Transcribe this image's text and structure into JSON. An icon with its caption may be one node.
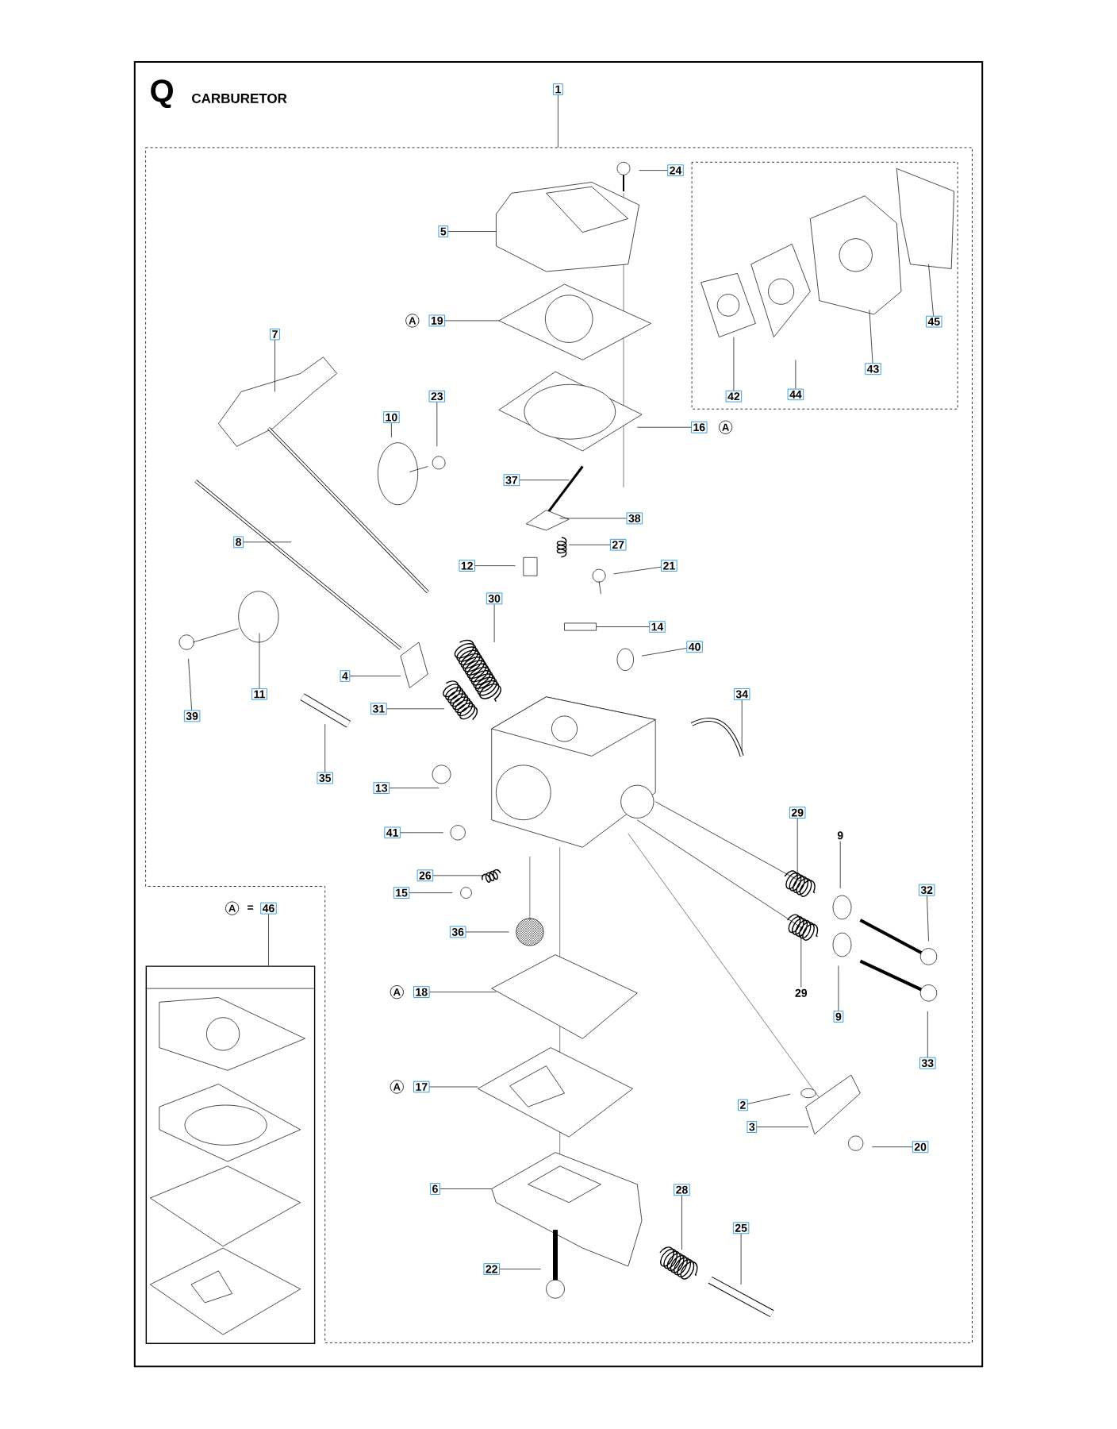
{
  "diagram": {
    "title": "CARBURETOR",
    "labels": [
      "Q"
    ],
    "nodes": [
      {
        "text": [
          "1"
        ]
      },
      {
        "text": [
          "24"
        ]
      },
      {
        "text": [
          "5"
        ]
      },
      {
        "text": [
          "19"
        ],
        "beside": [
          "A"
        ]
      },
      {
        "text": [
          "45"
        ]
      },
      {
        "text": [
          "7"
        ]
      },
      {
        "text": [
          "43"
        ]
      },
      {
        "text": [
          "23"
        ]
      },
      {
        "text": [
          "42"
        ]
      },
      {
        "text": [
          "44"
        ]
      },
      {
        "text": [
          "10"
        ]
      },
      {
        "text": [
          "16"
        ],
        "beside": [
          "A"
        ]
      },
      {
        "text": [
          "37"
        ]
      },
      {
        "text": [
          "38"
        ]
      },
      {
        "text": [
          "27"
        ]
      },
      {
        "text": [
          "8"
        ]
      },
      {
        "text": [
          "12"
        ]
      },
      {
        "text": [
          "21"
        ]
      },
      {
        "text": [
          "30"
        ]
      },
      {
        "text": [
          "14"
        ]
      },
      {
        "text": [
          "40"
        ]
      },
      {
        "text": [
          "4"
        ]
      },
      {
        "text": [
          "11"
        ]
      },
      {
        "text": [
          "34"
        ]
      },
      {
        "text": [
          "31"
        ]
      },
      {
        "text": [
          "39"
        ]
      },
      {
        "text": [
          "35"
        ]
      },
      {
        "text": [
          "13"
        ]
      },
      {
        "text": [
          "29"
        ]
      },
      {
        "text": [
          "9"
        ]
      },
      {
        "text": [
          "41"
        ]
      },
      {
        "text": [
          "26"
        ]
      },
      {
        "text": [
          "32"
        ]
      },
      {
        "text": [
          "15"
        ]
      },
      {
        "text": [
          "46"
        ],
        "beside": [
          "A",
          "="
        ]
      },
      {
        "text": [
          "36"
        ]
      },
      {
        "text": [
          "18"
        ],
        "beside": [
          "A"
        ]
      },
      {
        "text": [
          "29"
        ]
      },
      {
        "text": [
          "9"
        ]
      },
      {
        "text": [
          "17"
        ],
        "beside": [
          "A"
        ]
      },
      {
        "text": [
          "33"
        ]
      },
      {
        "text": [
          "2"
        ]
      },
      {
        "text": [
          "3"
        ]
      },
      {
        "text": [
          "20"
        ]
      },
      {
        "text": [
          "6"
        ]
      },
      {
        "text": [
          "28"
        ]
      },
      {
        "text": [
          "25"
        ]
      },
      {
        "text": [
          "22"
        ]
      },
      {
        "text": [],
        "shape": "picture"
      }
    ],
    "edges": [
      {
        "from": 0,
        "to": null,
        "arrow": "none"
      },
      {
        "from": 1,
        "to": null,
        "arrow": "none"
      },
      {
        "from": 2,
        "to": null,
        "arrow": "none"
      },
      {
        "from": 3,
        "to": null,
        "arrow": "none"
      },
      {
        "from": 4,
        "to": null,
        "arrow": "none"
      },
      {
        "from": 5,
        "to": null,
        "arrow": "none"
      },
      {
        "from": 6,
        "to": null,
        "arrow": "none"
      },
      {
        "from": 7,
        "to": null,
        "arrow": "none"
      },
      {
        "from": 8,
        "to": null,
        "arrow": "none"
      },
      {
        "from": 9,
        "to": null,
        "arrow": "none"
      },
      {
        "from": 10,
        "to": null,
        "arrow": "none"
      },
      {
        "from": 11,
        "to": null,
        "arrow": "none"
      },
      {
        "from": 12,
        "to": null,
        "arrow": "none"
      },
      {
        "from": 13,
        "to": null,
        "arrow": "none"
      },
      {
        "from": 14,
        "to": null,
        "arrow": "none"
      },
      {
        "from": 15,
        "to": null,
        "arrow": "none"
      },
      {
        "from": 16,
        "to": null,
        "arrow": "none"
      },
      {
        "from": 17,
        "to": null,
        "arrow": "none"
      },
      {
        "from": 18,
        "to": null,
        "arrow": "none"
      },
      {
        "from": 19,
        "to": null,
        "arrow": "none"
      },
      {
        "from": 20,
        "to": null,
        "arrow": "none"
      },
      {
        "from": 21,
        "to": null,
        "arrow": "none"
      },
      {
        "from": 22,
        "to": null,
        "arrow": "none"
      },
      {
        "from": 23,
        "to": null,
        "arrow": "none"
      },
      {
        "from": 24,
        "to": null,
        "arrow": "none"
      },
      {
        "from": 25,
        "to": null,
        "arrow": "none"
      },
      {
        "from": 26,
        "to": null,
        "arrow": "none"
      },
      {
        "from": 27,
        "to": null,
        "arrow": "none"
      },
      {
        "from": 28,
        "to": null,
        "arrow": "none"
      },
      {
        "from": 29,
        "to": null,
        "arrow": "none"
      },
      {
        "from": 30,
        "to": null,
        "arrow": "none"
      },
      {
        "from": 31,
        "to": null,
        "arrow": "none"
      },
      {
        "from": 32,
        "to": null,
        "arrow": "none"
      },
      {
        "from": 33,
        "to": null,
        "arrow": "none"
      },
      {
        "from": 34,
        "to": 48,
        "arrow": "none"
      },
      {
        "from": 35,
        "to": null,
        "arrow": "none"
      },
      {
        "from": 36,
        "to": null,
        "arrow": "none"
      },
      {
        "from": 37,
        "to": null,
        "arrow": "none"
      },
      {
        "from": 38,
        "to": null,
        "arrow": "none"
      },
      {
        "from": 39,
        "to": null,
        "arrow": "none"
      },
      {
        "from": 40,
        "to": null,
        "arrow": "none"
      },
      {
        "from": 41,
        "to": null,
        "arrow": "none"
      },
      {
        "from": 42,
        "to": null,
        "arrow": "none"
      },
      {
        "from": 43,
        "to": null,
        "arrow": "none"
      },
      {
        "from": 44,
        "to": null,
        "arrow": "none"
      },
      {
        "from": 45,
        "to": null,
        "arrow": "none"
      },
      {
        "from": 46,
        "to": null,
        "arrow": "none"
      },
      {
        "from": 47,
        "to": null,
        "arrow": "none"
      }
    ]
  }
}
